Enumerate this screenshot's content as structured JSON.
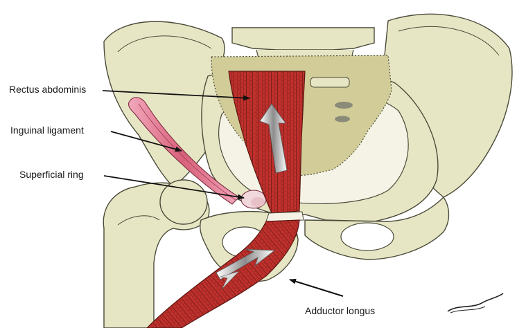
{
  "labels": {
    "rectus_abdominis": "Rectus abdominis",
    "inguinal_ligament": "Inguinal ligament",
    "superficial_ring": "Superficial ring",
    "adductor_longus": "Adductor longus"
  },
  "signature": {
    "text": "De la Cruz Ku"
  },
  "colors": {
    "bone_fill": "#e7e6c4",
    "bone_stroke": "#4a4a3a",
    "sacrum_fill": "#d2cd98",
    "sacrum_dark": "#b9b27a",
    "cavity_fill": "#f4f3e6",
    "muscle_red": "#c0302c",
    "muscle_dark": "#7a1e1a",
    "ligament_pink": "#d8607a",
    "ligament_light": "#f2a8bc",
    "arrow_black": "#111111"
  }
}
